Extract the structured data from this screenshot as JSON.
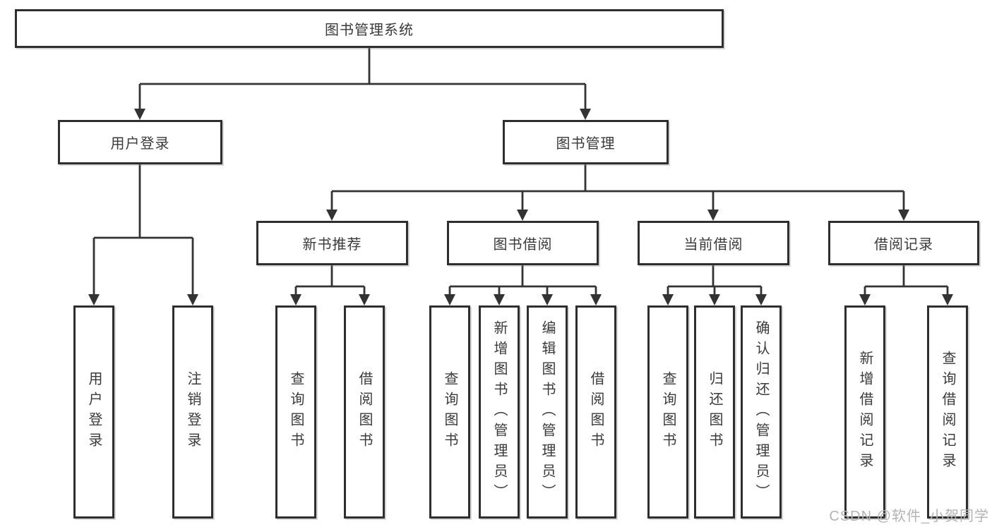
{
  "diagram_type": "hierarchy-tree",
  "tree": {
    "label": "图书管理系统",
    "children": [
      {
        "label": "用户登录",
        "children": [
          {
            "label": "用户登录"
          },
          {
            "label": "注销登录"
          }
        ]
      },
      {
        "label": "图书管理",
        "children": [
          {
            "label": "新书推荐",
            "children": [
              {
                "label": "查询图书"
              },
              {
                "label": "借阅图书"
              }
            ]
          },
          {
            "label": "图书借阅",
            "children": [
              {
                "label": "查询图书"
              },
              {
                "label": "新增图书（管理员）"
              },
              {
                "label": "编辑图书（管理员）"
              },
              {
                "label": "借阅图书"
              }
            ]
          },
          {
            "label": "当前借阅",
            "children": [
              {
                "label": "查询图书"
              },
              {
                "label": "归还图书"
              },
              {
                "label": "确认归还（管理员）"
              }
            ]
          },
          {
            "label": "借阅记录",
            "children": [
              {
                "label": "新增借阅记录"
              },
              {
                "label": "查询借阅记录"
              }
            ]
          }
        ]
      }
    ]
  },
  "watermark": "CSDN @软件_小贺同学",
  "colors": {
    "line": "#333333",
    "box_border": "#2e2e2e",
    "text": "#3a3a3a",
    "watermark": "#b3b3b3",
    "background": "#ffffff"
  }
}
